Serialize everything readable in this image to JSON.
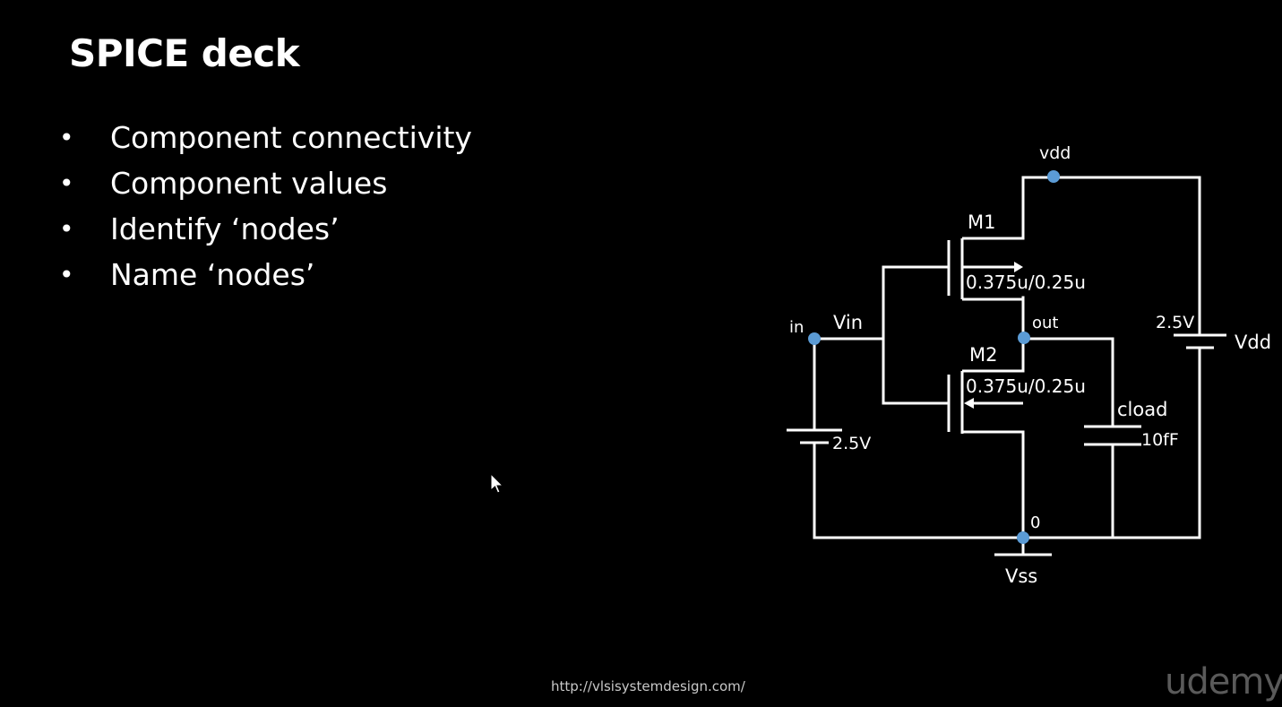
{
  "slide": {
    "title": "SPICE deck",
    "bullet_glyph": "•",
    "bullets": [
      "Component connectivity",
      "Component values",
      "Identify ‘nodes’",
      "Name ‘nodes’"
    ]
  },
  "circuit": {
    "node_labels": {
      "vdd": "vdd",
      "in": "in",
      "vin": "Vin",
      "out": "out",
      "zero": "0",
      "vss": "Vss"
    },
    "components": {
      "m1_name": "M1",
      "m1_size": "0.375u/0.25u",
      "m2_name": "M2",
      "m2_size": "0.375u/0.25u",
      "vin_source_value": "2.5V",
      "vdd_source_value": "2.5V",
      "vdd_source_name": "Vdd",
      "cap_name": "cload",
      "cap_value": "10fF"
    },
    "colors": {
      "wire": "#ffffff",
      "node_dot": "#5b9bd5"
    }
  },
  "footer": {
    "url": "http://vlsisystemdesign.com/",
    "brand": "udemy"
  },
  "icons": {
    "pointer": "mouse-pointer-icon"
  }
}
